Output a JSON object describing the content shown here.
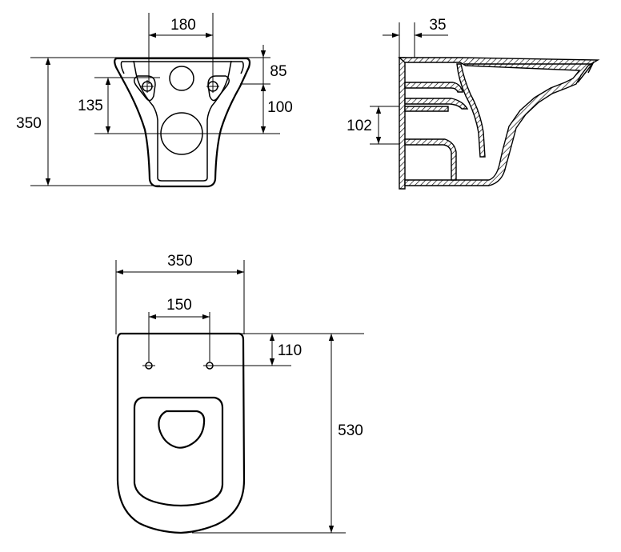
{
  "dimensions": {
    "front_width": "180",
    "front_height": "350",
    "front_top_hole": "85",
    "front_hole_spacing": "135",
    "front_outlet_offset": "100",
    "side_wall_offset": "35",
    "side_inlet_height": "102",
    "top_width": "350",
    "top_hinge_spacing": "150",
    "top_hinge_offset": "110",
    "top_length": "530"
  }
}
